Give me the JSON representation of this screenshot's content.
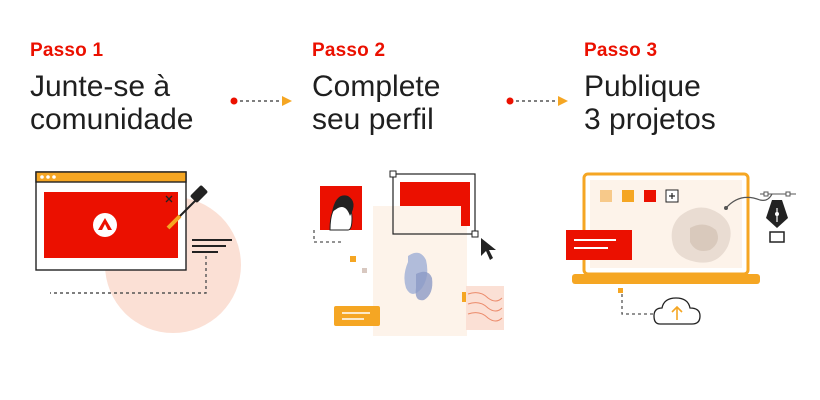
{
  "steps": [
    {
      "label": "Passo 1",
      "title_line1": "Junte-se à",
      "title_line2": "comunidade"
    },
    {
      "label": "Passo 2",
      "title_line1": "Complete",
      "title_line2": "seu perfil"
    },
    {
      "label": "Passo 3",
      "title_line1": "Publique",
      "title_line2": "3 projetos"
    }
  ],
  "colors": {
    "accent": "#eb1000",
    "orange": "#f5a623",
    "peach": "#fbe0d5",
    "cream": "#fdf3ea",
    "dark": "#1f1f1f"
  },
  "icons": [
    "eyedropper-icon",
    "cursor-arrow-icon",
    "pen-nib-icon",
    "cloud-upload-icon",
    "plus-icon",
    "close-icon"
  ]
}
